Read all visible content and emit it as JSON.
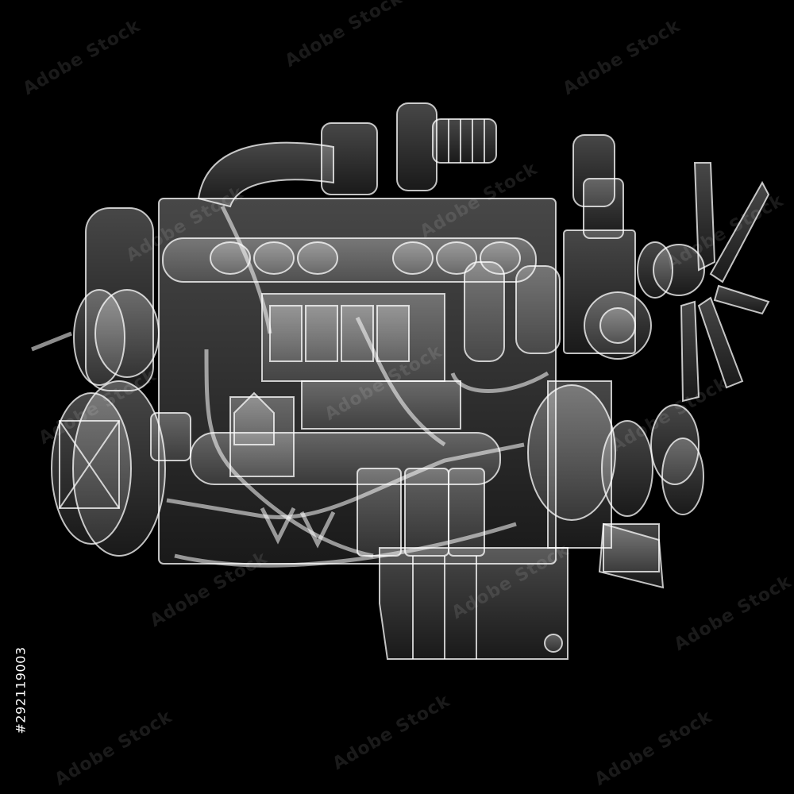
{
  "image": {
    "subject": "engine-xray-render",
    "background_color": "#000000",
    "line_color": "#ffffff"
  },
  "watermark": {
    "text": "Adobe Stock"
  },
  "stock_id": "#292119003"
}
